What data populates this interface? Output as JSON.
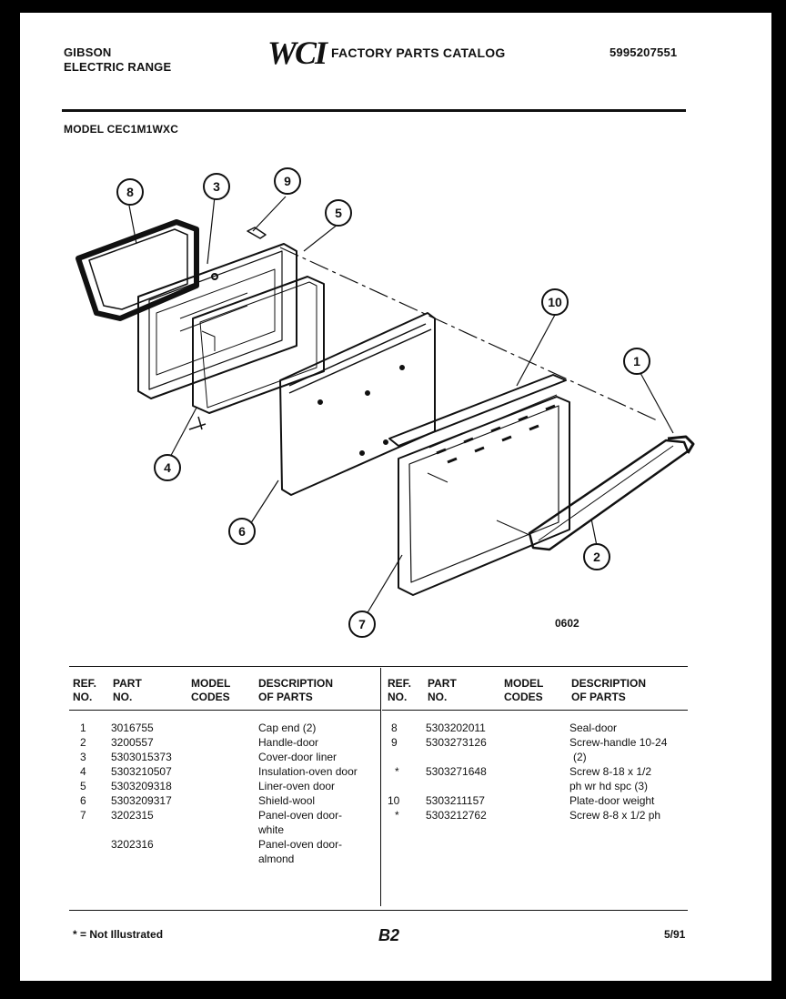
{
  "header": {
    "brand_line1": "GIBSON",
    "brand_line2": "ELECTRIC RANGE",
    "logo_text": "WCI",
    "catalog_title": "FACTORY PARTS CATALOG",
    "catalog_number": "5995207551",
    "model_label": "MODEL CEC1M1WXC"
  },
  "diagram": {
    "callouts": [
      "8",
      "3",
      "9",
      "5",
      "10",
      "1",
      "4",
      "6",
      "2",
      "7"
    ],
    "diagram_code": "0602"
  },
  "table": {
    "headers": {
      "ref_no": [
        "REF.",
        "NO."
      ],
      "part_no": [
        "PART",
        "NO."
      ],
      "model_codes": [
        "MODEL",
        "CODES"
      ],
      "description": [
        "DESCRIPTION",
        "OF PARTS"
      ]
    },
    "left_rows": [
      {
        "ref": "1",
        "part": "3016755",
        "desc": [
          "Cap end (2)"
        ]
      },
      {
        "ref": "2",
        "part": "3200557",
        "desc": [
          "Handle-door"
        ]
      },
      {
        "ref": "3",
        "part": "5303015373",
        "desc": [
          "Cover-door liner"
        ]
      },
      {
        "ref": "4",
        "part": "5303210507",
        "desc": [
          "Insulation-oven door"
        ]
      },
      {
        "ref": "5",
        "part": "5303209318",
        "desc": [
          "Liner-oven door"
        ]
      },
      {
        "ref": "6",
        "part": "5303209317",
        "desc": [
          "Shield-wool"
        ]
      },
      {
        "ref": "7",
        "part": "3202315",
        "desc": [
          "Panel-oven door-",
          "white"
        ]
      },
      {
        "ref": "",
        "part": "3202316",
        "desc": [
          "Panel-oven door-",
          "almond"
        ]
      }
    ],
    "right_rows": [
      {
        "ref": "8",
        "part": "5303202011",
        "desc": [
          "Seal-door"
        ]
      },
      {
        "ref": "9",
        "part": "5303273126",
        "desc": [
          "Screw-handle 10-24",
          "(2)"
        ]
      },
      {
        "ref": "*",
        "part": "5303271648",
        "desc": [
          "Screw 8-18 x 1/2",
          "ph wr hd spc (3)"
        ]
      },
      {
        "ref": "10",
        "part": "5303211157",
        "desc": [
          "Plate-door weight"
        ]
      },
      {
        "ref": "*",
        "part": "5303212762",
        "desc": [
          "Screw 8-8 x 1/2 ph"
        ]
      }
    ]
  },
  "footer": {
    "note": "* = Not Illustrated",
    "page": "B2",
    "date": "5/91"
  }
}
